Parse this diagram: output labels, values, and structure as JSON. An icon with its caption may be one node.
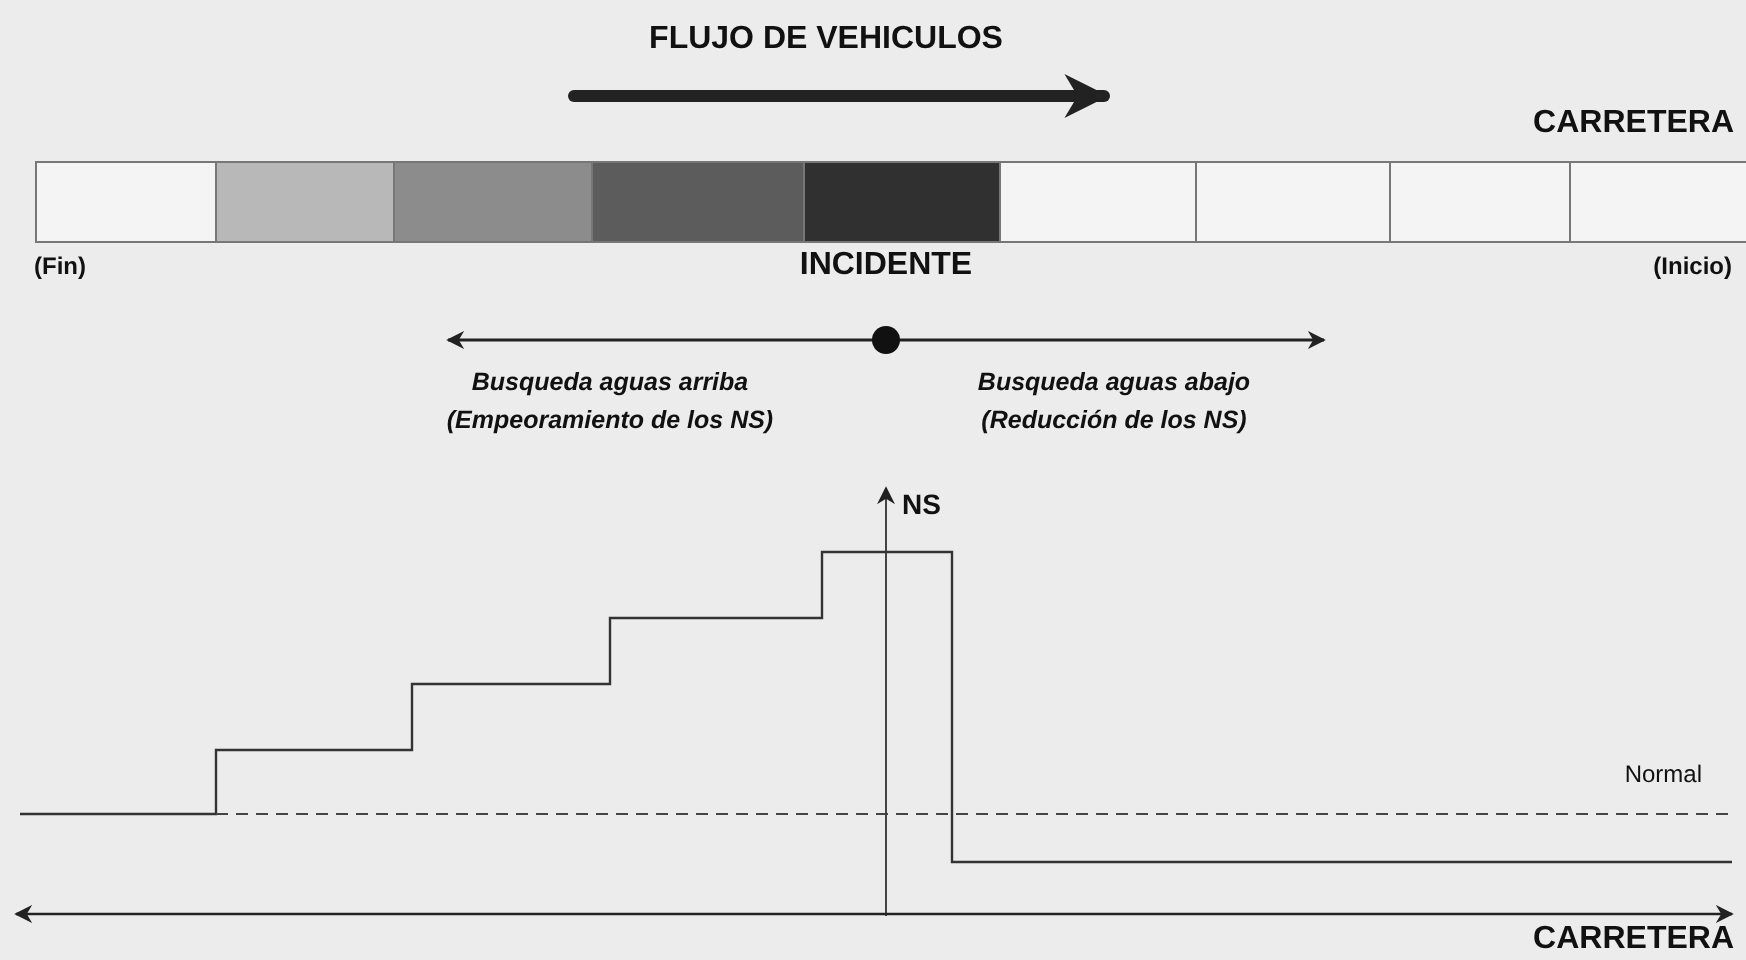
{
  "diagram": {
    "labels": [
      "FLUJO DE VEHICULOS",
      "CARRETERA",
      "(Fin)",
      "INCIDENTE",
      "(Inicio)",
      "Busqueda aguas arriba (Empeoramiento de los NS)",
      "Busqueda aguas abajo (Reducción de los NS)",
      "NS",
      "Normal",
      "CARRETERA"
    ]
  }
}
